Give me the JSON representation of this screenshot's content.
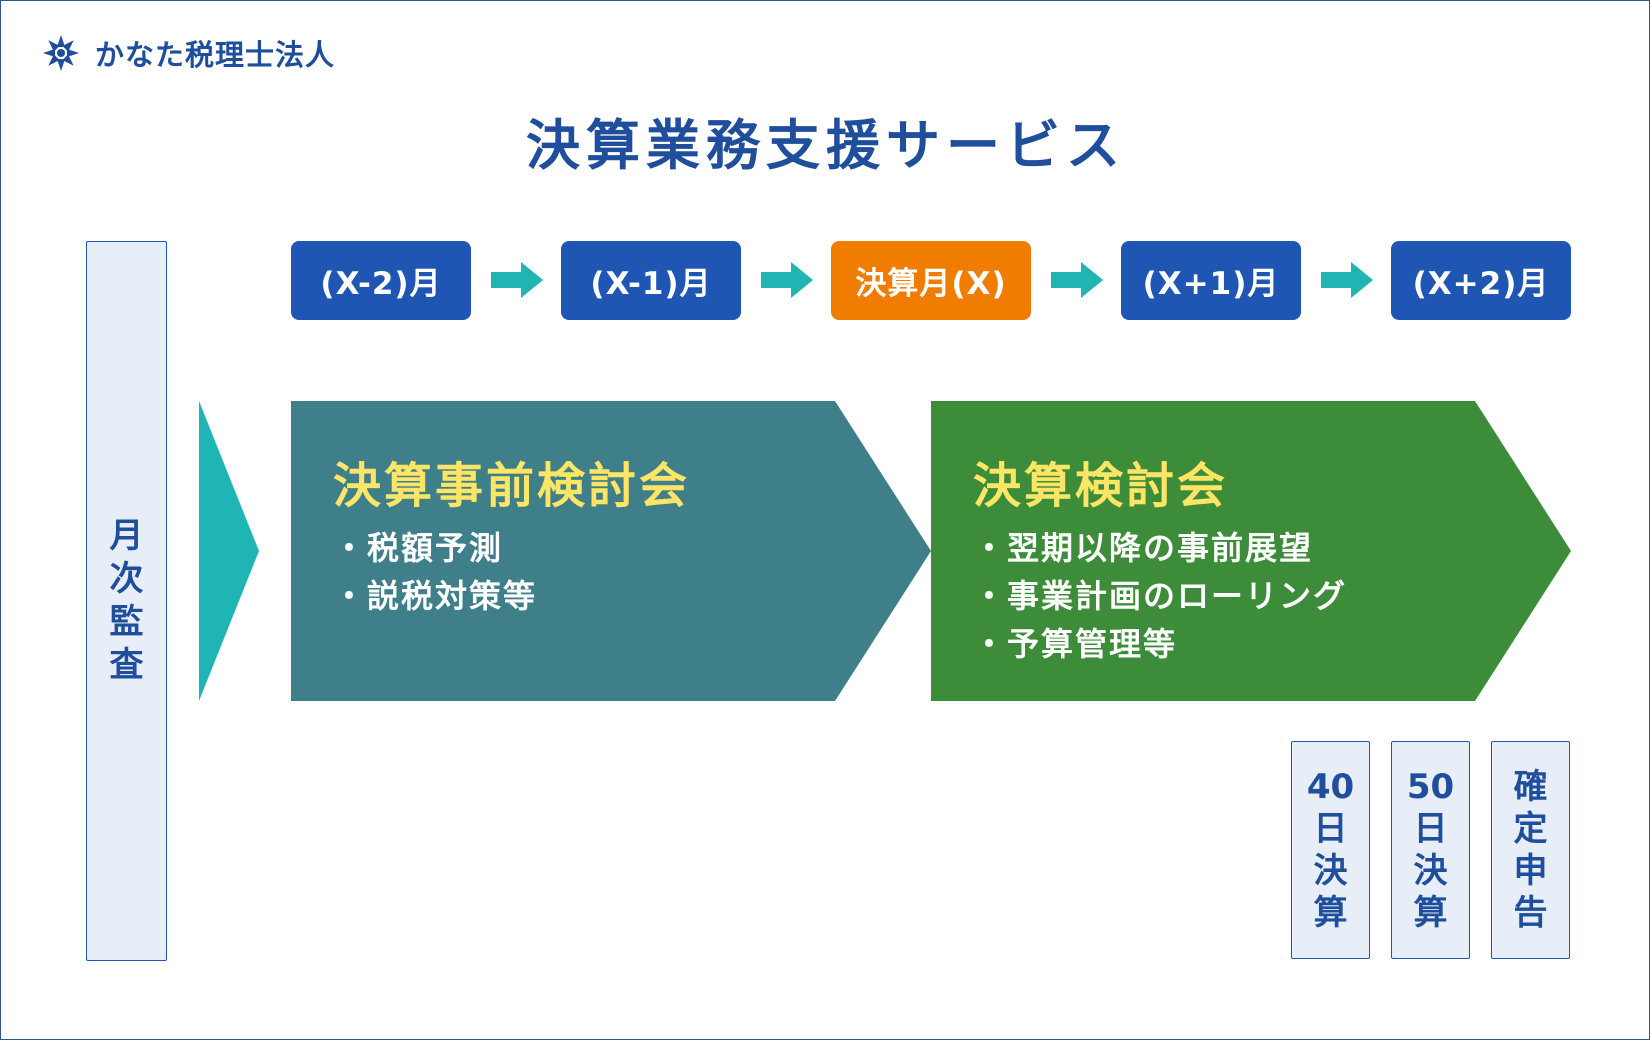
{
  "brand": {
    "name": "かなた税理士法人",
    "icon": "kanata-logo-icon",
    "color": "#1f4e9c"
  },
  "title": "決算業務支援サービス",
  "timeline": [
    {
      "label": "(X-2)月"
    },
    {
      "label": "(X-1)月"
    },
    {
      "label": "決算月(X)",
      "current": true
    },
    {
      "label": "(X+1)月"
    },
    {
      "label": "(X+2)月"
    }
  ],
  "monthly_audit": {
    "chars": [
      "月",
      "次",
      "監",
      "査"
    ]
  },
  "pre_review": {
    "title": "決算事前検討会",
    "items": [
      "・税額予測",
      "・説税対策等"
    ],
    "color": "#3e7f8a"
  },
  "review": {
    "title": "決算検討会",
    "items": [
      "・翌期以降の事前展望",
      "・事業計画のローリング",
      "・予算管理等"
    ],
    "color": "#3d8c3a"
  },
  "deadlines": [
    {
      "num": "40",
      "chars": [
        "日",
        "決",
        "算"
      ]
    },
    {
      "num": "50",
      "chars": [
        "日",
        "決",
        "算"
      ]
    },
    {
      "num": "",
      "chars": [
        "確",
        "定",
        "申",
        "告"
      ]
    }
  ],
  "colors": {
    "month_box": "#1f56b4",
    "current_month": "#f07c00",
    "arrow": "#20b5b5",
    "panel_title": "#ffe566"
  }
}
